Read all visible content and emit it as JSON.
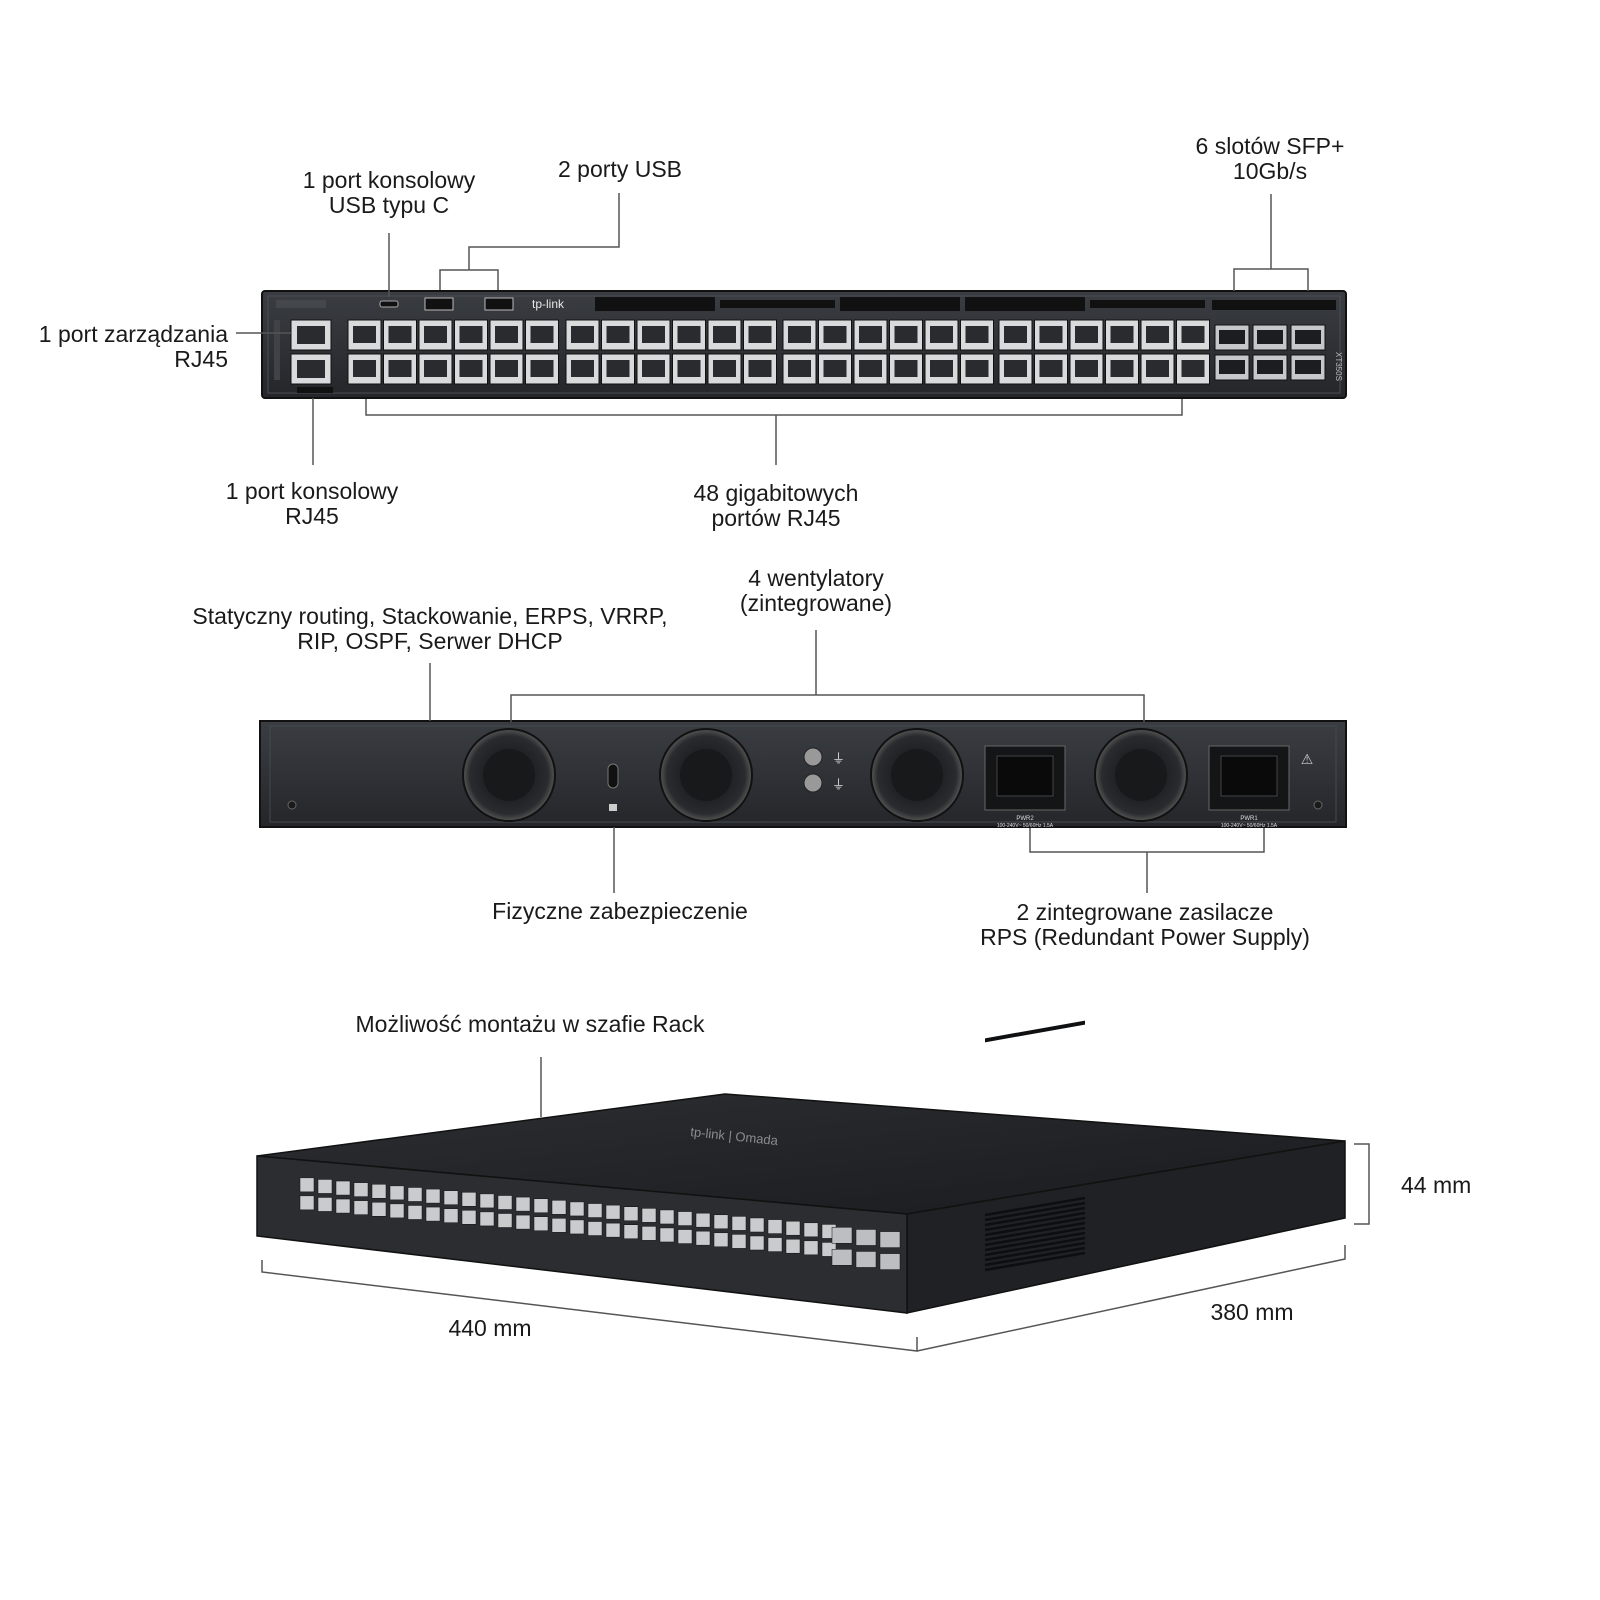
{
  "front": {
    "console_usbc": [
      "1 port konsolowy",
      "USB typu C"
    ],
    "usb": [
      "2 porty USB"
    ],
    "sfp": [
      "6 slotów SFP+",
      "10Gb/s"
    ],
    "mgmt": [
      "1 port zarządzania",
      "RJ45"
    ],
    "console_rj45": [
      "1 port konsolowy",
      "RJ45"
    ],
    "gigabit": [
      "48 gigabitowych",
      "portów RJ45"
    ],
    "logo": "tp-link",
    "model": "XT350S"
  },
  "rear": {
    "features": [
      "Statyczny routing, Stackowanie, ERPS, VRRP,",
      "RIP, OSPF, Serwer DHCP"
    ],
    "fans": [
      "4 wentylatory",
      "(zintegrowane)"
    ],
    "lock": [
      "Fizyczne zabezpieczenie"
    ],
    "power": [
      "2 zintegrowane zasilacze",
      "RPS (Redundant Power Supply)"
    ],
    "pwr2": "PWR2",
    "pwr1": "PWR1",
    "pwr_rating": "100-240V~ 50/60Hz 1.5A"
  },
  "perspective": {
    "rack": [
      "Możliwość montażu w szafie Rack"
    ],
    "height": [
      "44 mm"
    ],
    "width": [
      "440 mm"
    ],
    "depth": [
      "380 mm"
    ],
    "top_logo": "tp-link | Omada"
  },
  "colors": {
    "device_body": "#2e3035",
    "device_dark": "#1b1c1f",
    "port_metal": "#d8dadc",
    "leader_line": "#555555"
  }
}
